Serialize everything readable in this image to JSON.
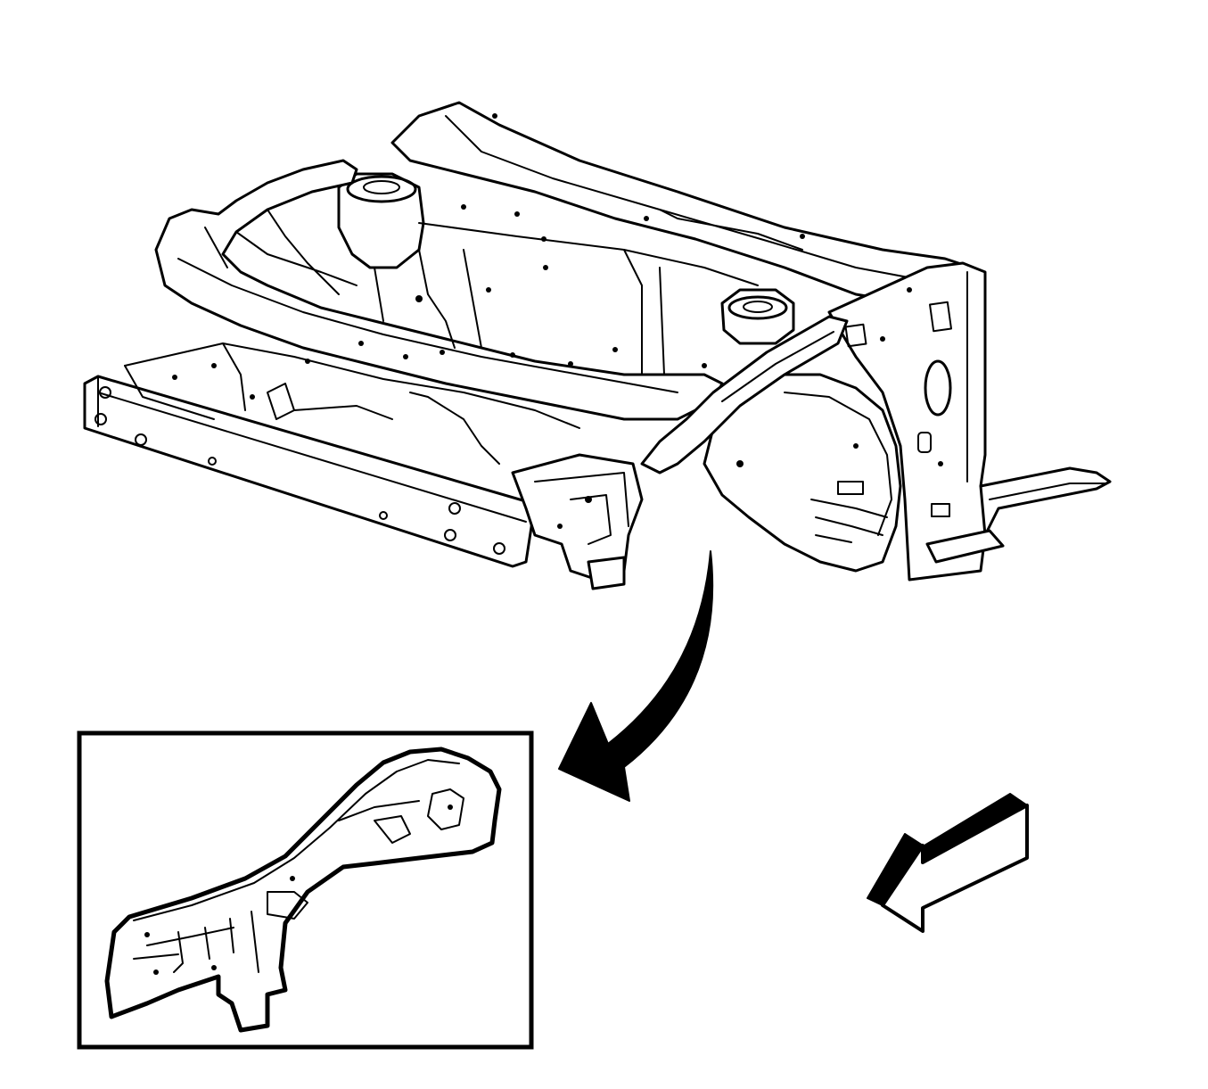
{
  "diagram": {
    "parts": [
      {
        "name": "front-body-structure",
        "icon": "vehicle-front-frame-drawing"
      },
      {
        "name": "front-wheelhouse-panel",
        "icon": "highlighted-part-detail",
        "fill_pattern": "stipple"
      },
      {
        "name": "callout-arrow",
        "icon": "curved-arrow-icon"
      },
      {
        "name": "vehicle-front-direction",
        "icon": "direction-arrow-icon"
      }
    ],
    "colors": {
      "line": "#000000",
      "background": "#ffffff",
      "highlight_fill": "#d9d9d9"
    }
  }
}
